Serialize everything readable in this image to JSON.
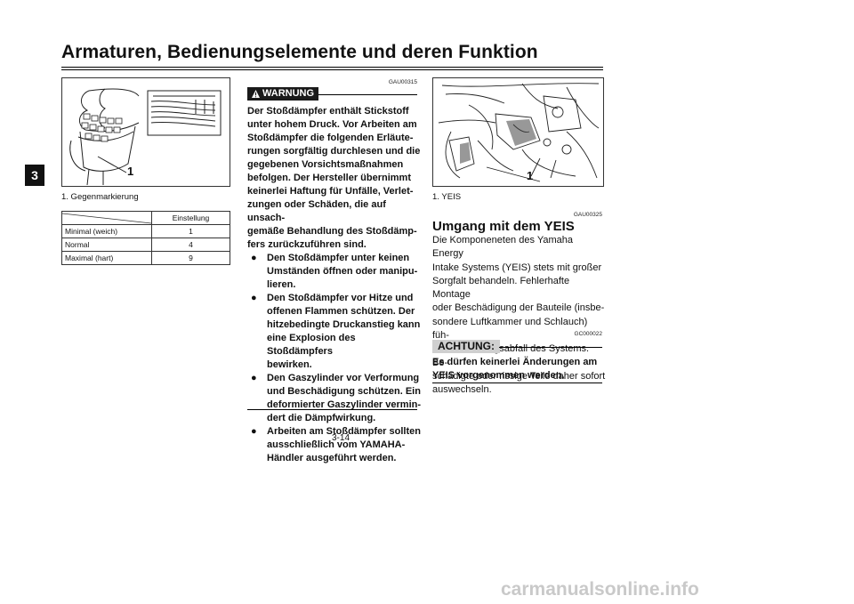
{
  "header": {
    "title": "Armaturen, Bedienungselemente und deren Funktion"
  },
  "chapter_tab": "3",
  "left": {
    "figure_callout": "1",
    "caption": "1.  Gegenmarkierung",
    "table": {
      "header": "Einstellung",
      "rows": [
        {
          "label": "Minimal (weich)",
          "value": "1"
        },
        {
          "label": "Normal",
          "value": "4"
        },
        {
          "label": "Maximal (hart)",
          "value": "9"
        }
      ]
    }
  },
  "middle": {
    "code": "GAU00315",
    "warning_label": "WARNUNG",
    "intro": "Der Stoßdämpfer enthält Stickstoff unter hohem Druck. Vor Arbeiten am Stoßdämpfer die folgenden Erläute-rungen sorgfältig durchlesen und die gegebenen Vorsichtsmaßnahmen befolgen. Der Hersteller übernimmt keinerlei Haftung für Unfälle, Verlet-zungen oder Schäden, die auf unsach-gemäße Behandlung des Stoßdämp-fers zurückzuführen sind.",
    "intro_lines": [
      "Der Stoßdämpfer enthält Stickstoff",
      "unter hohem Druck. Vor Arbeiten am",
      "Stoßdämpfer die folgenden Erläute-",
      "rungen sorgfältig durchlesen und die",
      "gegebenen Vorsichtsmaßnahmen",
      "befolgen. Der Hersteller übernimmt",
      "keinerlei Haftung für Unfälle, Verlet-",
      "zungen oder Schäden, die auf unsach-",
      "gemäße Behandlung des Stoßdämp-",
      "fers zurückzuführen sind."
    ],
    "bullet_symbol": "●",
    "bullets": [
      {
        "lines": [
          "Den Stoßdämpfer unter keinen",
          "Umständen öffnen oder manipu-",
          "lieren."
        ]
      },
      {
        "lines": [
          "Den Stoßdämpfer vor Hitze und",
          "offenen Flammen schützen. Der",
          "hitzebedingte Druckanstieg kann",
          "eine Explosion des Stoßdämpfers",
          "bewirken."
        ]
      },
      {
        "lines": [
          "Den Gaszylinder vor Verformung",
          "und Beschädigung schützen. Ein",
          "deformierter Gaszylinder vermin-",
          "dert die Dämpfwirkung."
        ]
      },
      {
        "lines": [
          "Arbeiten am Stoßdämpfer sollten",
          "ausschließlich vom YAMAHA-",
          "Händler ausgeführt werden."
        ]
      }
    ]
  },
  "right": {
    "figure_callout": "1",
    "caption": "1.  YEIS",
    "code1": "GAU00325",
    "heading": "Umgang mit dem YEIS",
    "body_lines": [
      "Die Komponeneten des Yamaha Energy",
      "Intake Systems (YEIS) stets mit großer",
      "Sorgfalt behandeln. Fehlerhafte Montage",
      "oder Beschädigung der Bauteile (insbe-",
      "sondere Luftkammer und Schlauch) füh-",
      "ren zu Leistungsabfall des Systems. Be-",
      "schädigte oder rissige Teile daher sofort",
      "auswechseln."
    ],
    "code2": "GC000022",
    "caution_label": "ACHTUNG:",
    "caution_lines": [
      "Es dürfen keinerlei Änderungen am",
      "YEIS vorgenommen werden."
    ]
  },
  "footer": {
    "page_number": "3-14"
  },
  "watermark": "carmanualsonline.info"
}
